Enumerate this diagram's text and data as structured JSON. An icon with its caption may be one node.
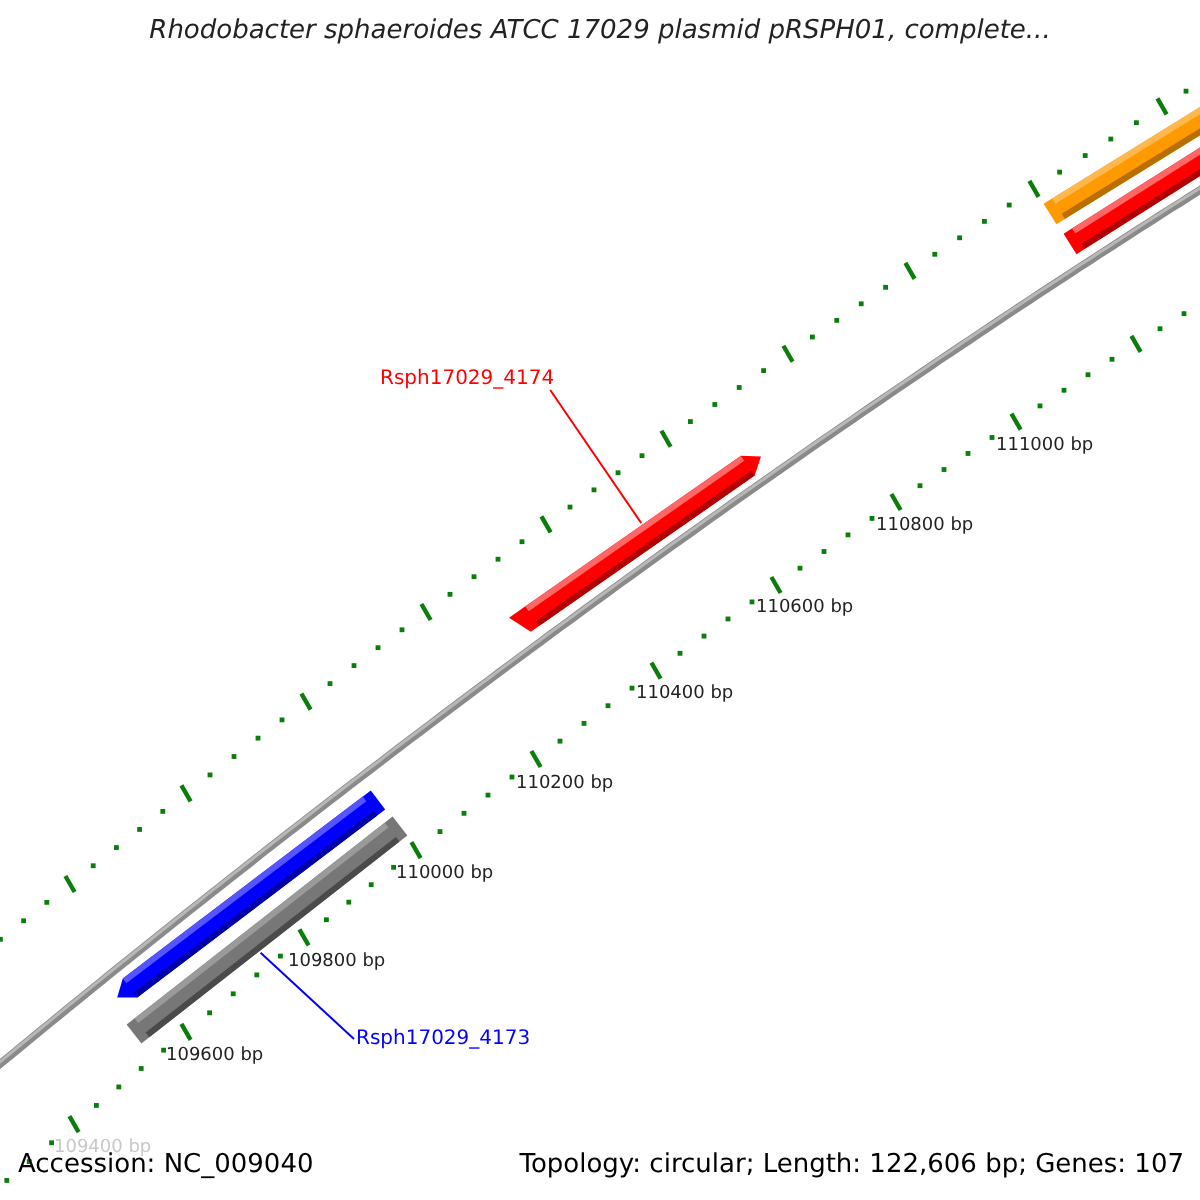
{
  "diagram": {
    "title": "Rhodobacter sphaeroides ATCC 17029 plasmid pRSPH01, complete...",
    "nodes": [
      {
        "text": [],
        "shape": "bar"
      },
      {
        "text": [],
        "shape": "bar"
      },
      {
        "text": [
          "Rsph17029_4174"
        ]
      },
      {
        "text": [],
        "shape": "bar"
      },
      {
        "text": [],
        "shape": "bar"
      },
      {
        "text": [],
        "shape": "bar"
      },
      {
        "text": [
          "Rsph17029_4173"
        ]
      }
    ],
    "edges": [
      {
        "from": 2,
        "to": 3,
        "arrow": "none",
        "color": "#ff0000"
      },
      {
        "from": 6,
        "to": 5,
        "arrow": "none",
        "color": "#0000ff"
      }
    ],
    "labels": [
      "111000 bp",
      "110800 bp",
      "110600 bp",
      "110400 bp",
      "110200 bp",
      "110000 bp",
      "109800 bp",
      "109600 bp",
      "109400 bp",
      "Accession: NC_009040",
      "Topology: circular; Length: 122,606 bp; Genes: 107"
    ]
  }
}
